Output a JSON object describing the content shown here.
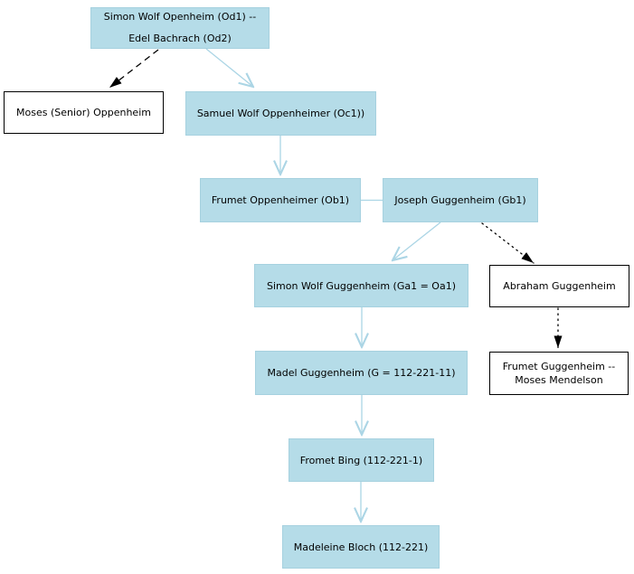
{
  "diagram": {
    "type": "family-tree",
    "colors": {
      "node_fill_blue": "#b5dce8",
      "node_border_blue": "#a6d1df",
      "node_fill_white": "#ffffff",
      "node_border_white": "#000000",
      "edge_blue": "#abd5e5",
      "edge_black": "#000000",
      "text": "#000000"
    },
    "nodes": [
      {
        "id": "simon-wolf-openheim",
        "label": "Simon Wolf Openheim (Od1) --\nEdel Bachrach (Od2)",
        "style": "blue"
      },
      {
        "id": "moses-senior-oppenheim",
        "label": "Moses (Senior) Oppenheim",
        "style": "white"
      },
      {
        "id": "samuel-wolf-oppenheimer",
        "label": "Samuel Wolf Oppenheimer (Oc1))",
        "style": "blue"
      },
      {
        "id": "frumet-oppenheimer",
        "label": "Frumet Oppenheimer (Ob1)",
        "style": "blue"
      },
      {
        "id": "joseph-guggenheim",
        "label": "Joseph Guggenheim (Gb1)",
        "style": "blue"
      },
      {
        "id": "simon-wolf-guggenheim",
        "label": "Simon Wolf Guggenheim (Ga1 = Oa1)",
        "style": "blue"
      },
      {
        "id": "abraham-guggenheim",
        "label": "Abraham Guggenheim",
        "style": "white"
      },
      {
        "id": "madel-guggenheim",
        "label": "Madel Guggenheim (G = 112-221-11)",
        "style": "blue"
      },
      {
        "id": "frumet-guggenheim-mendelson",
        "label": "Frumet Guggenheim --\nMoses Mendelson",
        "style": "white"
      },
      {
        "id": "fromet-bing",
        "label": "Fromet Bing (112-221-1)",
        "style": "blue"
      },
      {
        "id": "madeleine-bloch",
        "label": "Madeleine Bloch (112-221)",
        "style": "blue"
      }
    ],
    "edges": [
      {
        "from": "simon-wolf-openheim",
        "to": "moses-senior-oppenheim",
        "style": "dashed-black-arrow"
      },
      {
        "from": "simon-wolf-openheim",
        "to": "samuel-wolf-oppenheimer",
        "style": "solid-blue-arrow"
      },
      {
        "from": "samuel-wolf-oppenheimer",
        "to": "frumet-oppenheimer",
        "style": "solid-blue-arrow"
      },
      {
        "from": "frumet-oppenheimer",
        "to": "joseph-guggenheim",
        "style": "solid-blue-line"
      },
      {
        "from": "joseph-guggenheim",
        "to": "simon-wolf-guggenheim",
        "style": "solid-blue-arrow"
      },
      {
        "from": "joseph-guggenheim",
        "to": "abraham-guggenheim",
        "style": "dotted-black-arrow"
      },
      {
        "from": "abraham-guggenheim",
        "to": "frumet-guggenheim-mendelson",
        "style": "dotted-black-arrow"
      },
      {
        "from": "simon-wolf-guggenheim",
        "to": "madel-guggenheim",
        "style": "solid-blue-arrow"
      },
      {
        "from": "madel-guggenheim",
        "to": "fromet-bing",
        "style": "solid-blue-arrow"
      },
      {
        "from": "fromet-bing",
        "to": "madeleine-bloch",
        "style": "solid-blue-arrow"
      }
    ]
  }
}
